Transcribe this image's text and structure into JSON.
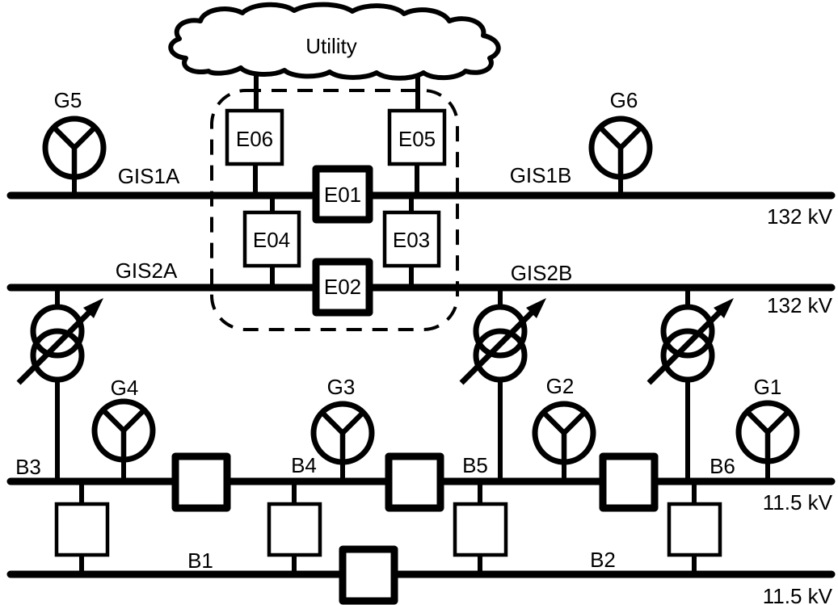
{
  "diagram": {
    "utility_label": "Utility",
    "buses": {
      "gis1a": "GIS1A",
      "gis1b": "GIS1B",
      "gis2a": "GIS2A",
      "gis2b": "GIS2B",
      "b1": "B1",
      "b2": "B2",
      "b3": "B3",
      "b4": "B4",
      "b5": "B5",
      "b6": "B6"
    },
    "voltages": {
      "gis1": "132 kV",
      "gis2": "132 kV",
      "lv_upper": "11.5 kV",
      "lv_lower": "11.5 kV"
    },
    "breakers": {
      "e01": "E01",
      "e02": "E02",
      "e03": "E03",
      "e04": "E04",
      "e05": "E05",
      "e06": "E06"
    },
    "generators": {
      "g1": "G1",
      "g2": "G2",
      "g3": "G3",
      "g4": "G4",
      "g5": "G5",
      "g6": "G6"
    },
    "colors": {
      "line": "#000000",
      "background": "#ffffff"
    }
  }
}
